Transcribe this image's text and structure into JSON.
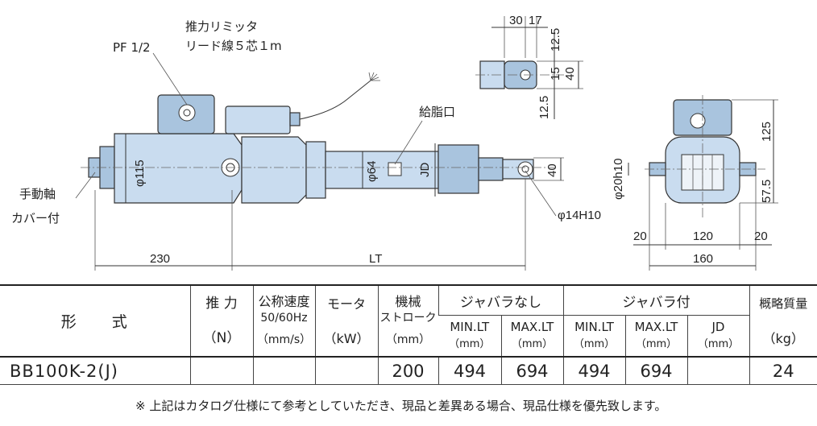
{
  "drawing": {
    "pf_label": "PF 1/2",
    "thrust_limiter_line1": "推力リミッタ",
    "thrust_limiter_line2": "リード線５芯１m",
    "grease_label": "給脂口",
    "manual_shaft_line1": "手動軸",
    "manual_shaft_line2": "カバー付",
    "dims": {
      "d115": "φ115",
      "d64": "φ64",
      "jd": "JD",
      "d40_side": "40",
      "d14h10": "φ14H10",
      "len_230": "230",
      "len_lt": "LT",
      "top_30": "30",
      "top_17": "17",
      "top_12_5a": "12.5",
      "top_15": "15",
      "top_40": "40",
      "top_12_5b": "12.5",
      "end_125": "125",
      "end_d20h10": "φ20h10",
      "end_57_5": "57.5",
      "end_20a": "20",
      "end_120": "120",
      "end_20b": "20",
      "end_160": "160"
    }
  },
  "table": {
    "headers": {
      "model": "形　　式",
      "thrust": "推 力",
      "thrust_unit": "（N）",
      "speed_l1": "公称速度",
      "speed_l2": "50/60Hz",
      "speed_unit": "（mm/s）",
      "motor": "モータ",
      "motor_unit": "（kW）",
      "stroke_l1": "機械",
      "stroke_l2": "ストローク",
      "stroke_unit": "（mm）",
      "bellows_none": "ジャバラなし",
      "bellows_with": "ジャバラ付",
      "mass": "概略質量",
      "mass_unit": "（kg）",
      "min_lt": "MIN.LT",
      "max_lt": "MAX.LT",
      "jd": "JD",
      "mm": "（mm）"
    },
    "rows": [
      {
        "model": "BB100K-2(J)",
        "thrust": "",
        "speed": "",
        "motor": "",
        "stroke": "200",
        "min_lt_none": "494",
        "max_lt_none": "694",
        "min_lt_with": "494",
        "max_lt_with": "694",
        "jd": "",
        "mass": "24"
      }
    ]
  },
  "note": "※ 上記はカタログ仕様にて参考としていただき、現品と差異ある場合、現品仕様を優先致します。"
}
